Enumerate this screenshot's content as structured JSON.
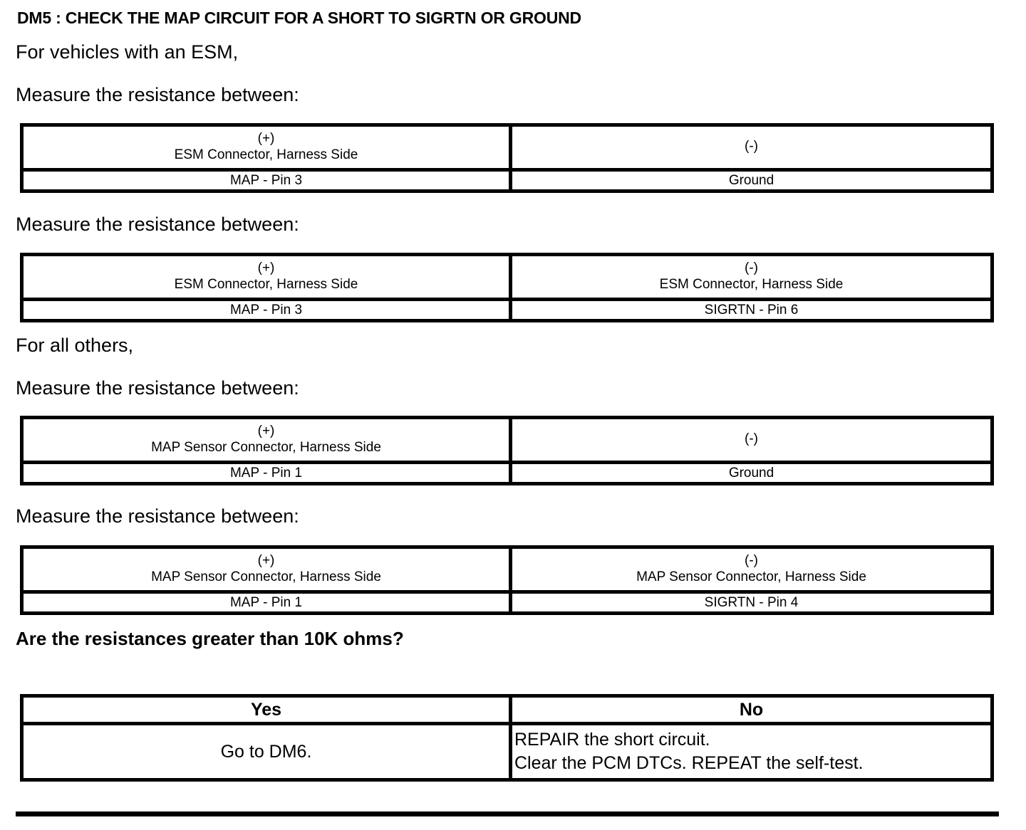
{
  "document": {
    "step_title": "DM5 : CHECK THE MAP CIRCUIT FOR A SHORT TO SIGRTN OR GROUND",
    "intro_esm": "For vehicles with an ESM,",
    "intro_others": "For all others,",
    "measure_label_1": "Measure the resistance between:",
    "measure_label_2": "Measure the resistance between:",
    "measure_label_3": "Measure the resistance between:",
    "measure_label_4": "Measure the resistance between:",
    "question": "Are the resistances greater than 10K ohms?"
  },
  "tables": [
    {
      "headers": {
        "left_sign": "(+)",
        "left_sub": "ESM Connector, Harness Side",
        "right_sign": "(-)",
        "right_sub": ""
      },
      "row": {
        "left": "MAP - Pin 3",
        "right": "Ground"
      }
    },
    {
      "headers": {
        "left_sign": "(+)",
        "left_sub": "ESM Connector, Harness Side",
        "right_sign": "(-)",
        "right_sub": "ESM Connector, Harness Side"
      },
      "row": {
        "left": "MAP - Pin 3",
        "right": "SIGRTN - Pin 6"
      }
    },
    {
      "headers": {
        "left_sign": "(+)",
        "left_sub": "MAP Sensor Connector, Harness Side",
        "right_sign": "(-)",
        "right_sub": ""
      },
      "row": {
        "left": "MAP - Pin 1",
        "right": "Ground"
      }
    },
    {
      "headers": {
        "left_sign": "(+)",
        "left_sub": "MAP Sensor Connector, Harness Side",
        "right_sign": "(-)",
        "right_sub": "MAP Sensor Connector, Harness Side"
      },
      "row": {
        "left": "MAP - Pin 1",
        "right": "SIGRTN - Pin 4"
      }
    }
  ],
  "decision": {
    "yes_header": "Yes",
    "no_header": "No",
    "yes_action": "Go to DM6.",
    "no_action_line1": "REPAIR the short circuit.",
    "no_action_line2": "Clear the PCM DTCs. REPEAT the self-test."
  },
  "colors": {
    "ink": "#000000",
    "paper": "#ffffff"
  }
}
